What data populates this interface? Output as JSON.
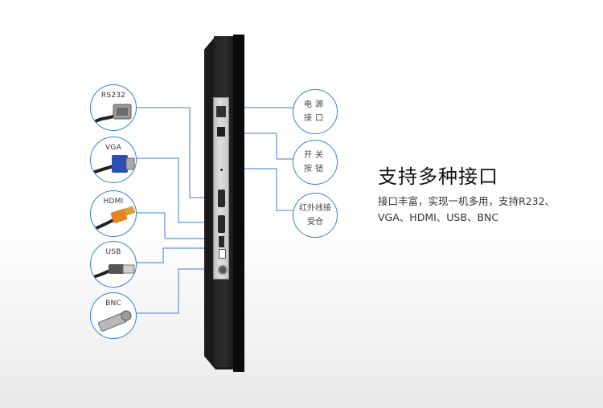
{
  "heading": "支持多种接口",
  "description_line1": "接口丰富，实现一机多用，支持R232、",
  "description_line2": "VGA、HDMI、USB、BNC",
  "connectors": [
    {
      "label": "RS232",
      "icon": "rs232-cable-icon"
    },
    {
      "label": "VGA",
      "icon": "vga-cable-icon"
    },
    {
      "label": "HDMI",
      "icon": "hdmi-cable-icon"
    },
    {
      "label": "USB",
      "icon": "usb-cable-icon"
    },
    {
      "label": "BNC",
      "icon": "bnc-connector-icon"
    }
  ],
  "callouts": [
    {
      "label": "电源接口"
    },
    {
      "label": "开关按钮"
    },
    {
      "label": "红外线接受仓"
    }
  ],
  "colors": {
    "accent_line": "#3b7fd1",
    "monitor": "#1b1b1b",
    "panel": "#cfcfcf"
  }
}
